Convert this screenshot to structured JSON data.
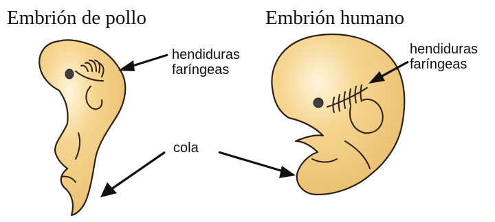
{
  "figure": {
    "titles": {
      "left": "Embrión de pollo",
      "right": "Embrión humano"
    },
    "labels": {
      "left_clefts_line1": "hendiduras",
      "left_clefts_line2": "faríngeas",
      "right_clefts_line1": "hendiduras",
      "right_clefts_line2": "faríngeas",
      "tail": "cola"
    },
    "colors": {
      "embryo_fill": "#f1cd82",
      "outline": "#2a2016",
      "arrow": "#111111",
      "background": "#ffffff"
    }
  }
}
